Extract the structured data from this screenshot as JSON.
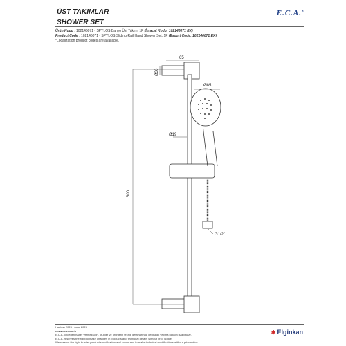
{
  "header": {
    "title_tr": "ÜST TAKIMLAR",
    "title_en": "SHOWER SET",
    "logo": "E.C.A."
  },
  "product": {
    "tr_label": "Ürün Kodu",
    "tr_value": ": 102146071 - SPYLOS Banyo Üst Takım, 1F",
    "tr_export_label": "(İhracat Kodu: 102146071 EX)",
    "en_label": "Product Code",
    "en_value": ": 102146071 - SPYLOS Sliding-Rail Hand Shower Set, 1F",
    "en_export_label": "(Export Code: 102146071 EX)",
    "note": "*Localization product codes are available."
  },
  "drawing": {
    "dim_65": "65",
    "dim_36": "Ø36",
    "dim_85": "Ø85",
    "dim_19": "Ø19",
    "dim_600": "600",
    "dim_g12": "G1/2\""
  },
  "footer": {
    "date": "Haziran 2023 / June 2023",
    "website": "www.eca.com.tr",
    "lines": [
      "E.C.A. önceden haber vermeksizin, ürünler ve ürünlerin teknik detaylarında değişiklik yapma hakkını saklı tutar.",
      "E.C.A. reserves the right to make changes in products and technical details without prior notice.",
      "We reserve the right to alter product specification and colors and to make technical modifications without prior notice."
    ],
    "brand": "Elginkan"
  },
  "colors": {
    "logo": "#1f3f86",
    "brand": "#243b7a",
    "brand_mark": "#d02a2a"
  }
}
